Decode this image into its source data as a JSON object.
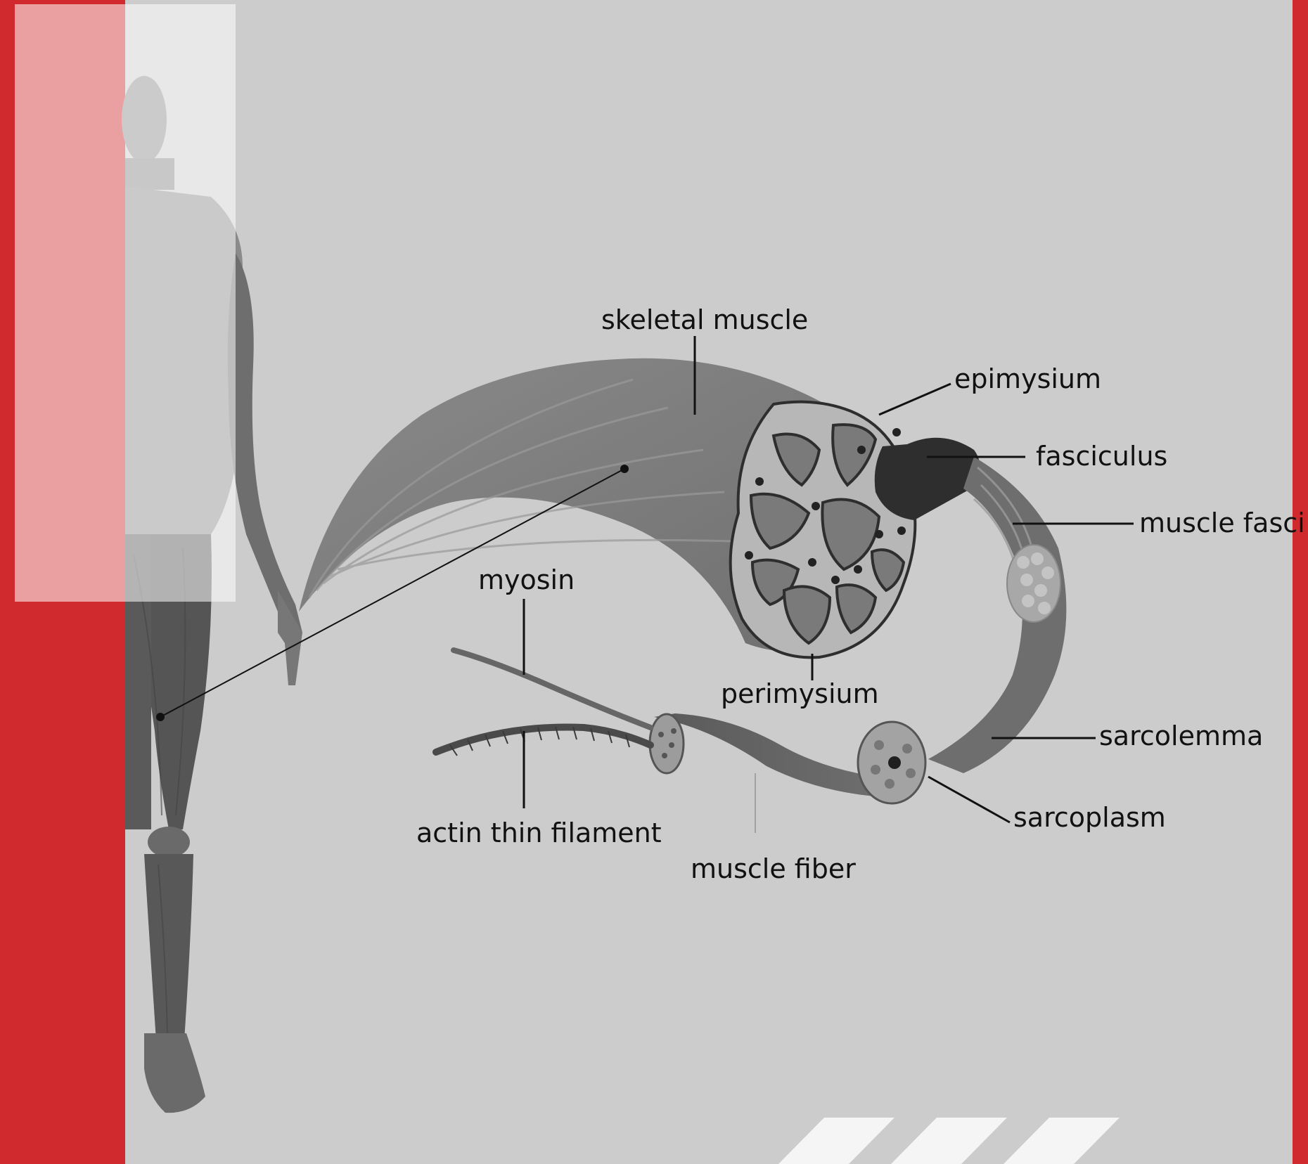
{
  "labels": {
    "skeletal_muscle": "skeletal muscle",
    "epimysium": "epimysium",
    "fasciculus": "fasciculus",
    "muscle_fascicle": "muscle fasci",
    "myosin": "myosin",
    "perimysium": "perimysium",
    "sarcolemma": "sarcolemma",
    "actin_thin_filament": "actin thin filament",
    "sarcoplasm": "sarcoplasm",
    "muscle_fiber": "muscle fiber"
  },
  "colors": {
    "background": "#cccccc",
    "accent_red": "#d02a2e",
    "muscle_gray": "#7a7a7a",
    "muscle_dark": "#4a4a4a",
    "fasciculus_black": "#2e2e2e",
    "stripe_white": "#f5f5f5"
  }
}
